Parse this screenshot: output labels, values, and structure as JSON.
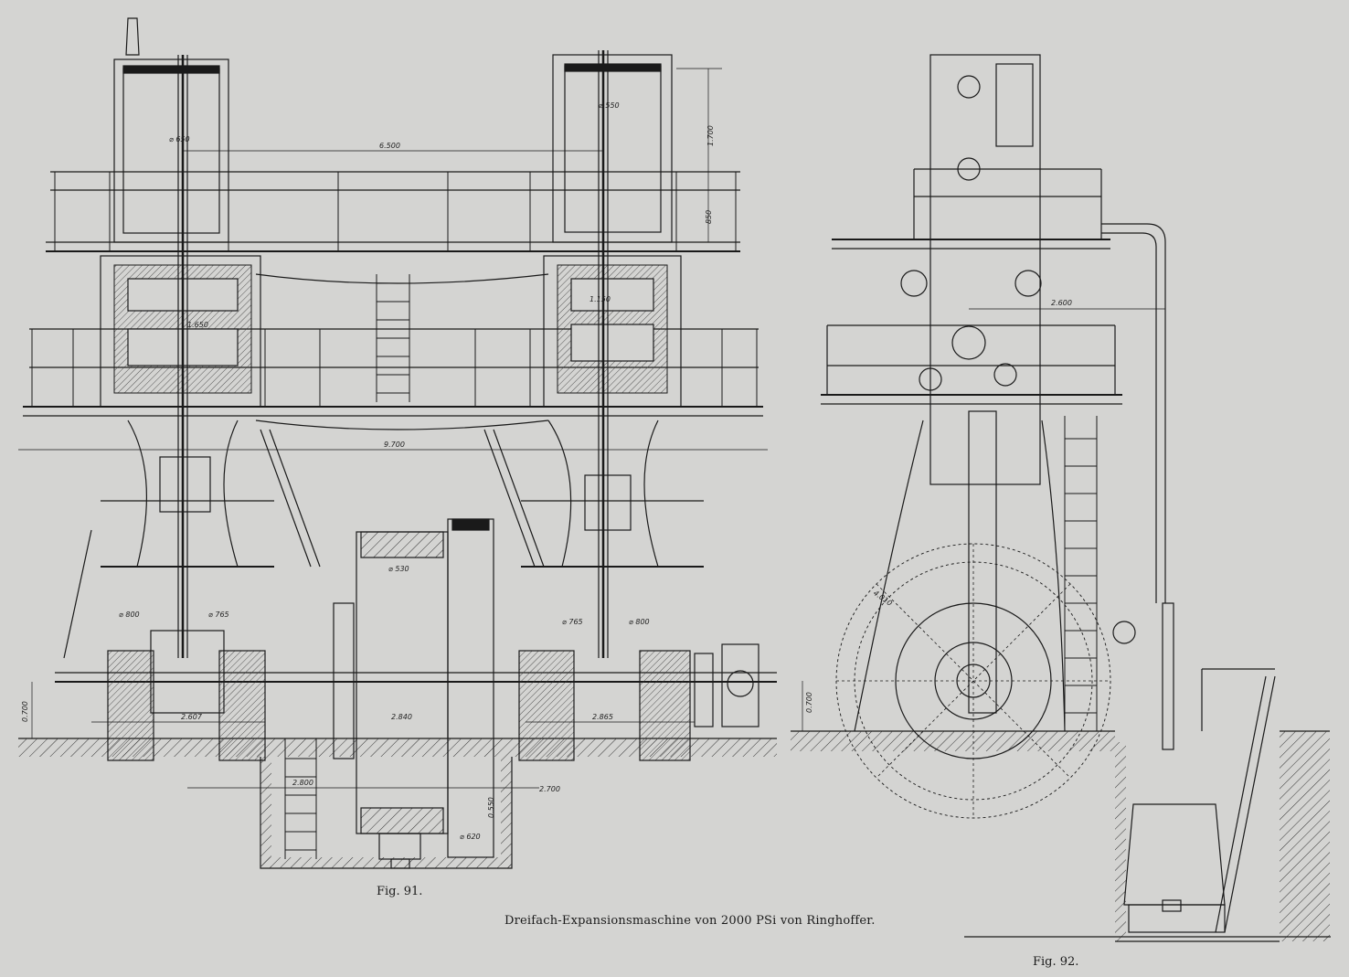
{
  "figures": {
    "fig91_label": "Fig. 91.",
    "fig92_label": "Fig. 92."
  },
  "caption": "Dreifach-Expansionsmaschine von 2000 PSi von Ringhoffer.",
  "dimensions": {
    "d6500": "6.500",
    "d1700": "1.700",
    "d850": "850",
    "d9700": "9.700",
    "d1650": "1.650",
    "d1150": "1.150",
    "d650": "⌀ 650",
    "d550": "⌀ 550",
    "d530": "⌀ 530",
    "d800a": "⌀ 800",
    "d765a": "⌀ 765",
    "d765b": "⌀ 765",
    "d800b": "⌀ 800",
    "d2607": "2.607",
    "d2840": "2.840",
    "d2865": "2.865",
    "d2800": "2.800",
    "d2700": "2.700",
    "d620": "⌀ 620",
    "d550b": "0.550",
    "d700": "0.700",
    "d2600": "2.600",
    "d4010": "4.010",
    "d700r": "0.700"
  },
  "colors": {
    "paper": "#d4d4d2",
    "ink": "#1a1a1a"
  }
}
